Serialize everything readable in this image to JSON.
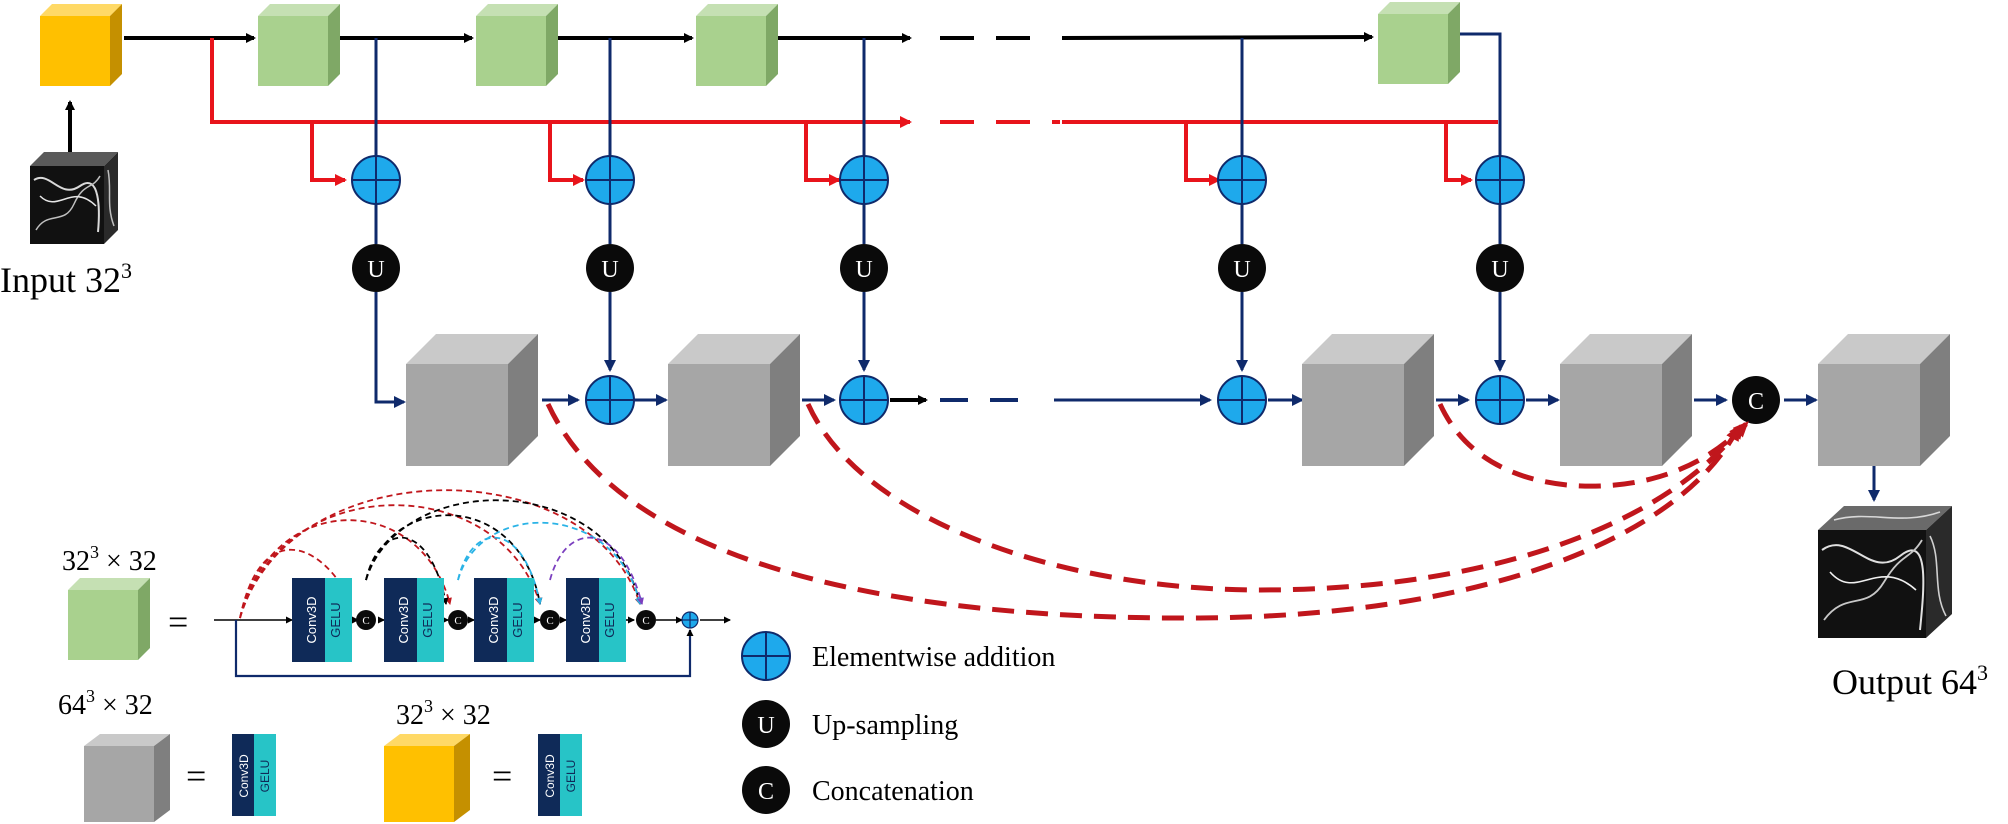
{
  "labels": {
    "input": "Input 32",
    "input_exp": "3",
    "output": "Output 64",
    "output_exp": "3",
    "green_dim_base": "32",
    "green_dim_exp": "3",
    "green_dim_rest": " × 32",
    "gray_dim_base": "64",
    "gray_dim_exp": "3",
    "gray_dim_rest": " × 32",
    "yellow_dim_base": "32",
    "yellow_dim_exp": "3",
    "yellow_dim_rest": " × 32",
    "equals": "="
  },
  "ops": {
    "upsample": "U",
    "concat": "C"
  },
  "block": {
    "conv": "Conv3D",
    "act": "GELU"
  },
  "legend": {
    "add": "Elementwise addition",
    "upsample_symbol": "U",
    "upsample": "Up-sampling",
    "concat_symbol": "C",
    "concat": "Concatenation"
  },
  "colors": {
    "black_arrow": "#000000",
    "red_arrow": "#e8141b",
    "navy_arrow": "#0f2a6b",
    "dashed_red": "#c0161c",
    "add_fill": "#1ea9ec",
    "node_dark": "#0a0a0a",
    "green_cube": "#a9d18e",
    "gray_cube": "#a6a6a6",
    "yellow_cube": "#ffc000",
    "conv_navy": "#0f2a58",
    "gelu_teal": "#27c4c7"
  }
}
